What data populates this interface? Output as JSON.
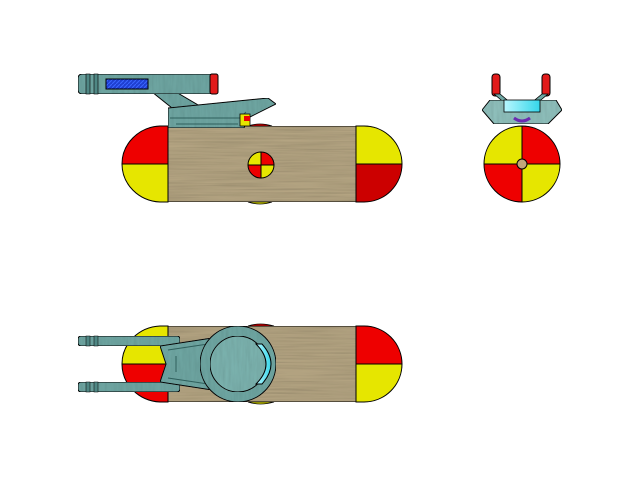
{
  "views": [
    {
      "id": "side-view",
      "label": ""
    },
    {
      "id": "front-view",
      "label": ""
    },
    {
      "id": "top-view",
      "label": ""
    }
  ],
  "colors": {
    "hull_red": "#ee0000",
    "hull_yellow": "#e6e600",
    "hull_outline": "#000000",
    "wood_base": "#b7a784",
    "wood_dark": "#9c8b68",
    "wood_light": "#d2c7a6",
    "metal_teal": "#6fa7a3",
    "metal_dark": "#4f8784",
    "metal_light": "#9cc9c5",
    "glass_cyan": "#5fe6f2",
    "panel_blue": "#1f3fd0",
    "nacelle_cap_red": "#e21b1b",
    "hub_tan": "#c2a77a",
    "purple_mark": "#6a2bb0"
  },
  "icons": {
    "side_view_icon": "starship-side-icon",
    "front_view_icon": "starship-front-icon",
    "top_view_icon": "starship-top-icon"
  }
}
